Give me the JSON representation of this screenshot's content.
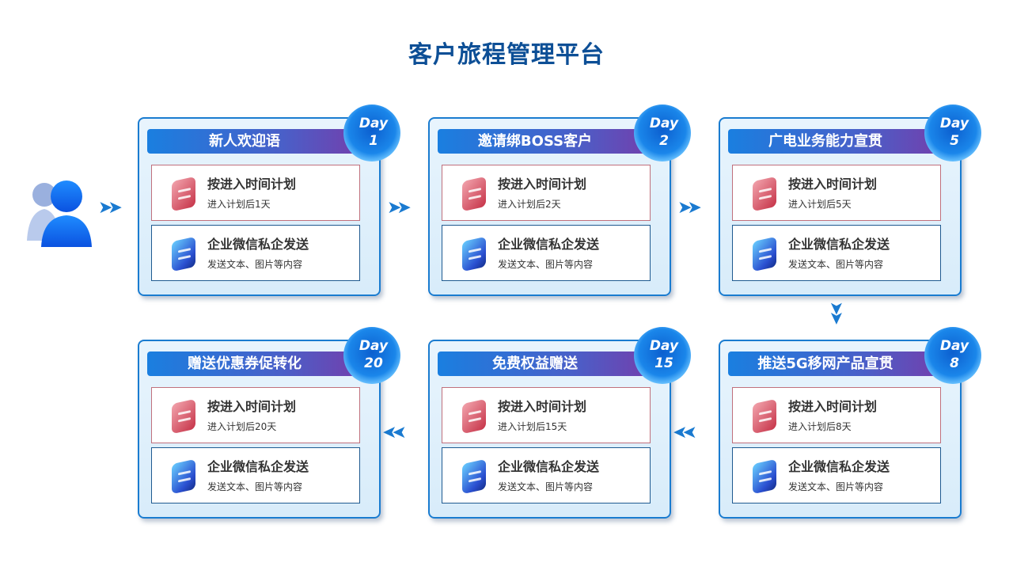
{
  "title": "客户旅程管理平台",
  "cards": [
    {
      "name": "新人欢迎语",
      "day_label": "Day",
      "day": "1",
      "plan_title": "按进入时间计划",
      "plan_desc": "进入计划后1天",
      "send_title": "企业微信私企发送",
      "send_desc": "发送文本、图片等内容"
    },
    {
      "name": "邀请绑BOSS客户",
      "day_label": "Day",
      "day": "2",
      "plan_title": "按进入时间计划",
      "plan_desc": "进入计划后2天",
      "send_title": "企业微信私企发送",
      "send_desc": "发送文本、图片等内容"
    },
    {
      "name": "广电业务能力宣贯",
      "day_label": "Day",
      "day": "5",
      "plan_title": "按进入时间计划",
      "plan_desc": "进入计划后5天",
      "send_title": "企业微信私企发送",
      "send_desc": "发送文本、图片等内容"
    },
    {
      "name": "推送5G移网产品宣贯",
      "day_label": "Day",
      "day": "8",
      "plan_title": "按进入时间计划",
      "plan_desc": "进入计划后8天",
      "send_title": "企业微信私企发送",
      "send_desc": "发送文本、图片等内容"
    },
    {
      "name": "免费权益赠送",
      "day_label": "Day",
      "day": "15",
      "plan_title": "按进入时间计划",
      "plan_desc": "进入计划后15天",
      "send_title": "企业微信私企发送",
      "send_desc": "发送文本、图片等内容"
    },
    {
      "name": "赠送优惠券促转化",
      "day_label": "Day",
      "day": "20",
      "plan_title": "按进入时间计划",
      "plan_desc": "进入计划后20天",
      "send_title": "企业微信私企发送",
      "send_desc": "发送文本、图片等内容"
    }
  ]
}
